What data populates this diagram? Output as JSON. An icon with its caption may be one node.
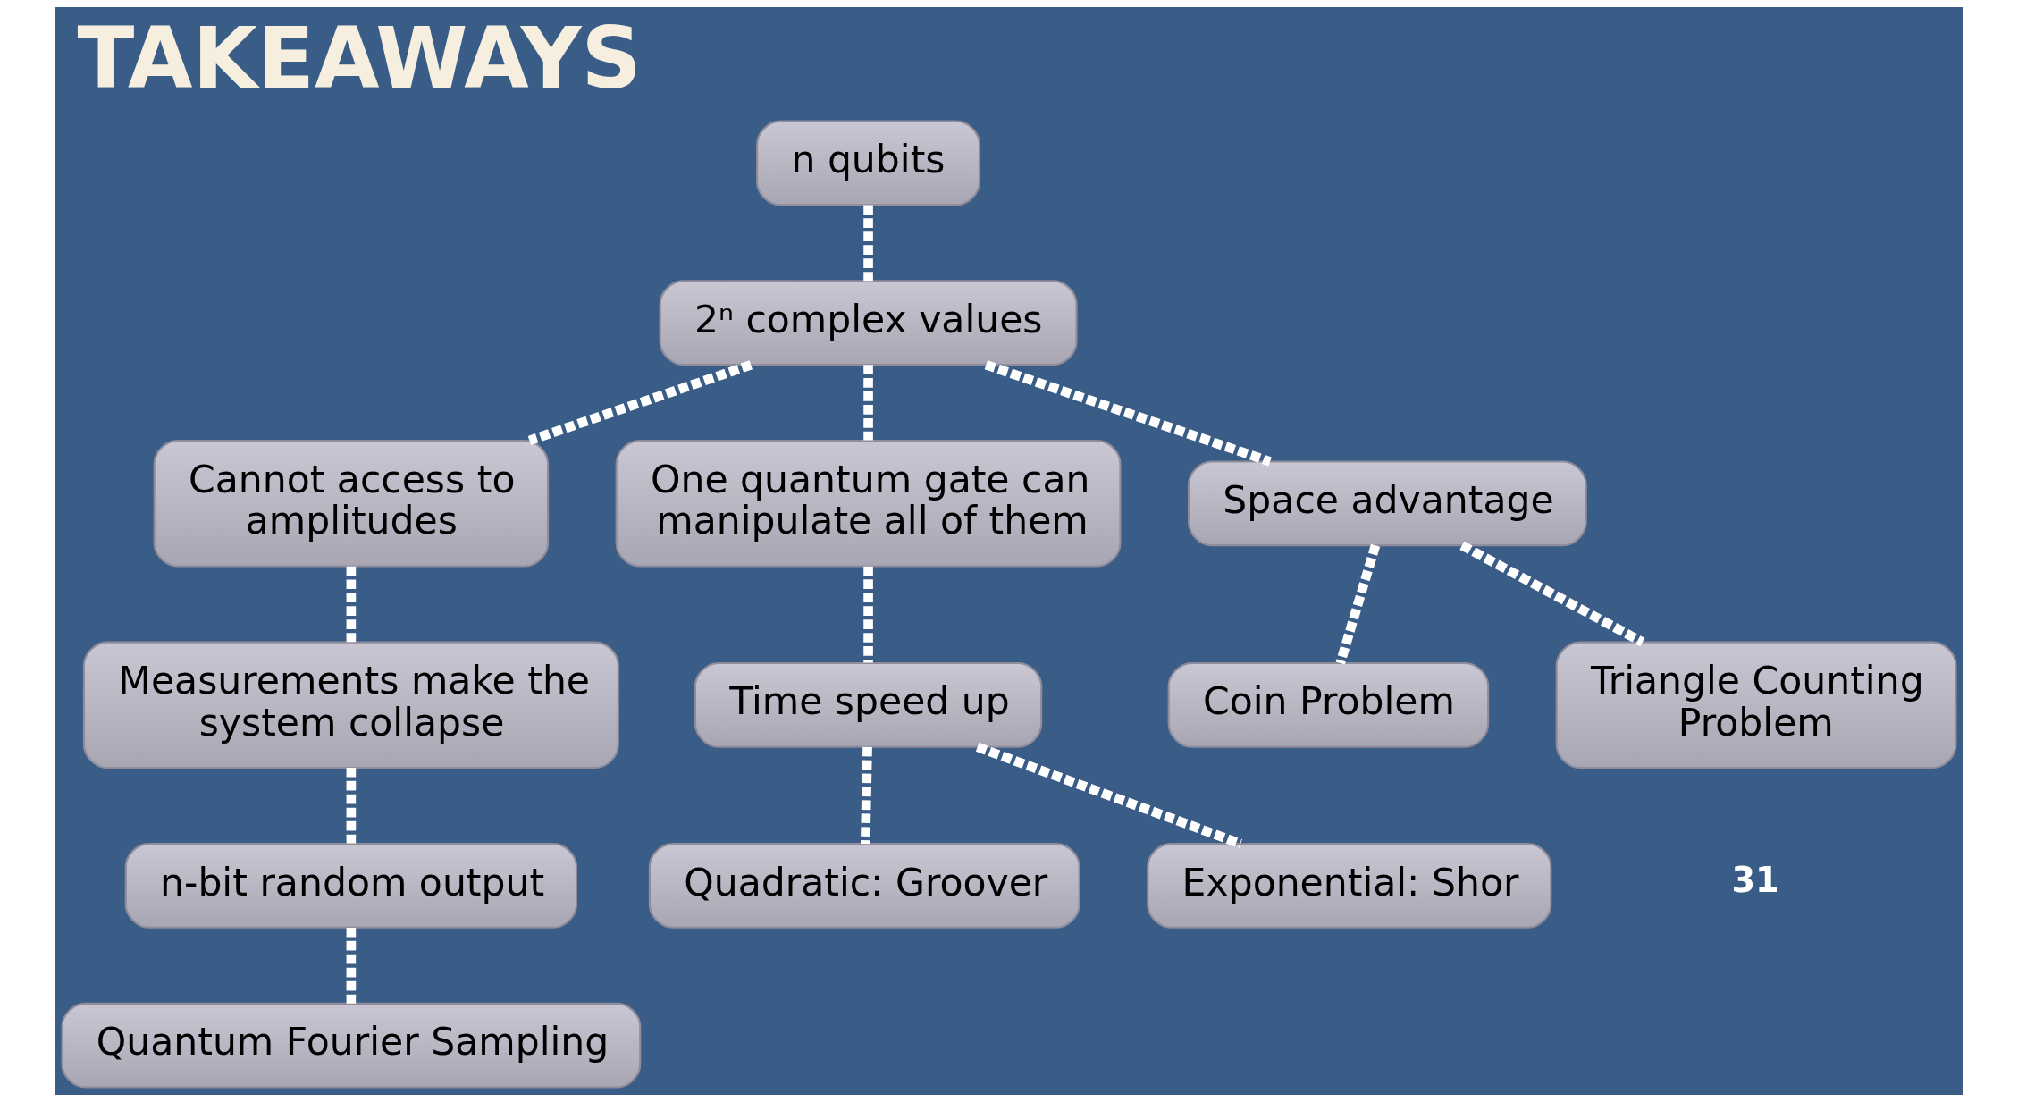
{
  "diagram": {
    "title": "TAKEAWAYS",
    "nodes": [
      {
        "text": [
          "n qubits"
        ]
      },
      {
        "text": [
          "2ⁿ complex values"
        ]
      },
      {
        "text": [
          "Cannot access to amplitudes"
        ]
      },
      {
        "text": [
          "Measurements make the system collapse"
        ]
      },
      {
        "text": [
          "n-bit random output"
        ]
      },
      {
        "text": [
          "Quantum Fourier Sampling"
        ]
      },
      {
        "text": [
          "One quantum gate can manipulate all of them"
        ]
      },
      {
        "text": [
          "Time speed up"
        ]
      },
      {
        "text": [
          "Quadratic: Groover"
        ]
      },
      {
        "text": [
          "Exponential: Shor"
        ]
      },
      {
        "text": [
          "Space advantage"
        ]
      },
      {
        "text": [
          "Coin Problem"
        ]
      },
      {
        "text": [
          "Triangle Counting Problem"
        ]
      }
    ],
    "edges": [
      {
        "from": 0,
        "to": 1,
        "arrow": "none",
        "style": "dashed"
      },
      {
        "from": 1,
        "to": 2,
        "arrow": "none",
        "style": "dashed"
      },
      {
        "from": 2,
        "to": 3,
        "arrow": "none",
        "style": "dashed"
      },
      {
        "from": 3,
        "to": 4,
        "arrow": "none",
        "style": "dashed"
      },
      {
        "from": 4,
        "to": 5,
        "arrow": "none",
        "style": "dashed"
      },
      {
        "from": 1,
        "to": 6,
        "arrow": "none",
        "style": "dashed"
      },
      {
        "from": 6,
        "to": 7,
        "arrow": "none",
        "style": "dashed"
      },
      {
        "from": 7,
        "to": 8,
        "arrow": "none",
        "style": "dashed"
      },
      {
        "from": 7,
        "to": 9,
        "arrow": "none",
        "style": "dashed"
      },
      {
        "from": 1,
        "to": 10,
        "arrow": "none",
        "style": "dashed"
      },
      {
        "from": 10,
        "to": 11,
        "arrow": "none",
        "style": "dashed"
      },
      {
        "from": 10,
        "to": 12,
        "arrow": "none",
        "style": "dashed"
      }
    ],
    "labels": [
      "31"
    ]
  }
}
